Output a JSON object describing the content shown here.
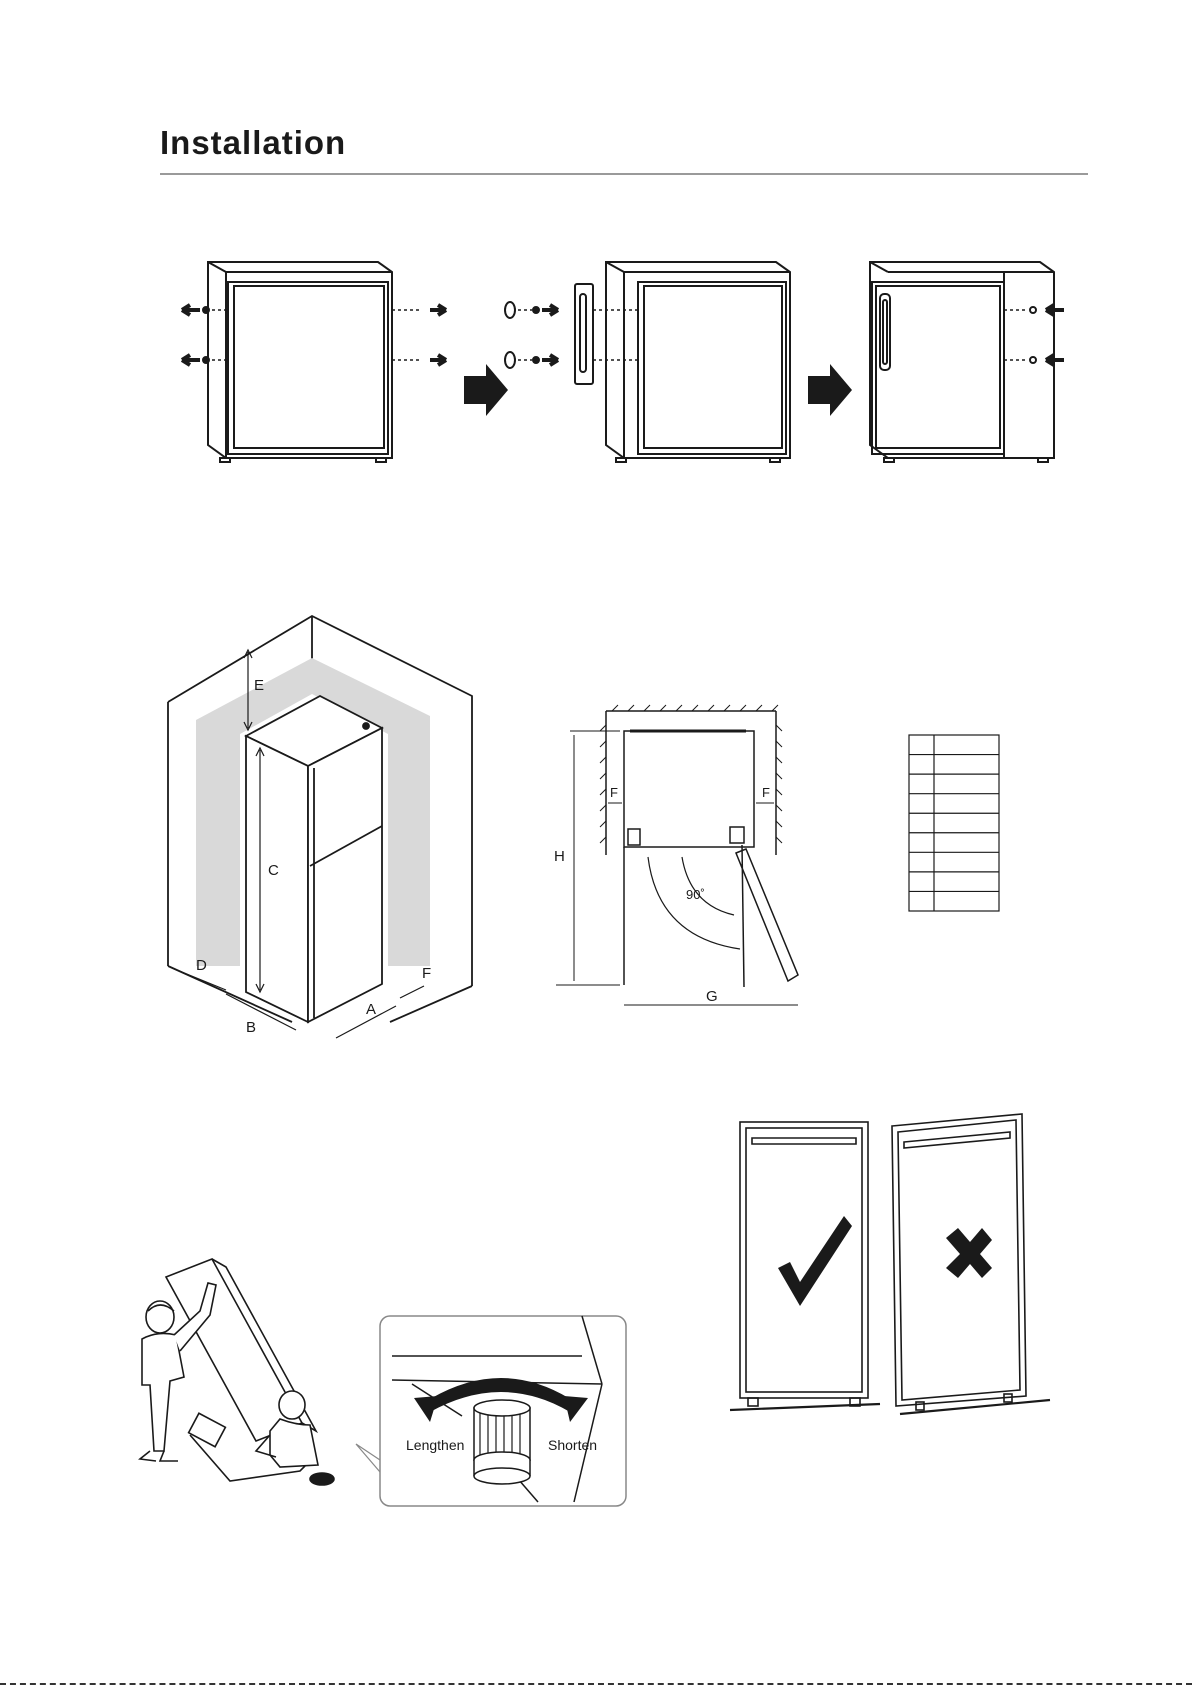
{
  "page": {
    "title": "Installation"
  },
  "door_reversal": {
    "arrows": [
      "arrow-right-icon",
      "arrow-right-icon"
    ]
  },
  "clearance": {
    "labels": {
      "A": "A",
      "B": "B",
      "C": "C",
      "D": "D",
      "E": "E",
      "F": "F"
    },
    "top_view": {
      "H": "H",
      "G": "G",
      "F_left": "F",
      "F_right": "F",
      "angle": "90˚"
    },
    "spec_table_rows": 9
  },
  "leveling": {
    "lengthen": "Lengthen",
    "shorten": "Shorten"
  },
  "level_check": {
    "correct_icon": "checkmark-icon",
    "wrong_icon": "cross-icon"
  }
}
